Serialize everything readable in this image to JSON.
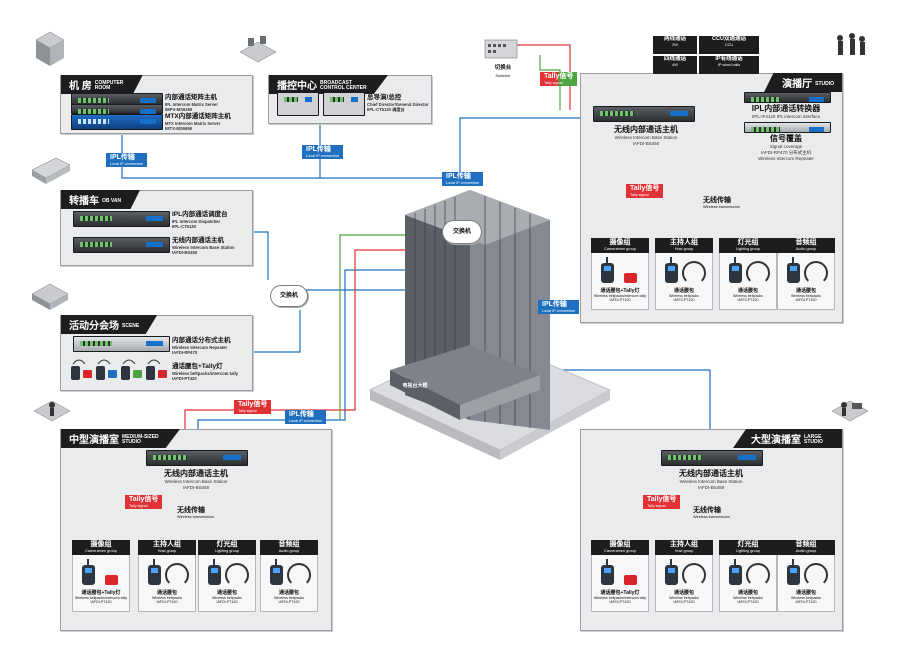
{
  "computer_room": {
    "title": "机 房",
    "sub": "COMPUTER ROOM",
    "devices": [
      {
        "cn": "内部通话矩阵主机",
        "en": "IPL Intercom Matrix Server",
        "model": "IMPX-MS6260"
      },
      {
        "cn": "MTX内部通话矩阵主机",
        "en": "MTX Intercom Matrix Server",
        "model": "IMTX-MS6659"
      }
    ]
  },
  "broadcast_center": {
    "title": "播控中心",
    "sub": "BROADCAST CONTROL CENTER",
    "device": {
      "cn": "总导演/总控",
      "en": "Chief Director/General Director",
      "model": "IIPL-CT6130 调度台"
    }
  },
  "ob_van": {
    "title": "转播车",
    "sub": "OB VAN",
    "devices": [
      {
        "cn": "IPL内部通话调度台",
        "en": "IPL Intercom Dispatcher",
        "model": "IIPL-CT6130"
      },
      {
        "cn": "无线内部通话主机",
        "en": "Wireless Intercom Base Station",
        "model": "IAFDI-BS450"
      }
    ]
  },
  "venue": {
    "title": "活动分会场",
    "sub": "SCENE",
    "devices": [
      {
        "cn": "内部通话分布式主机",
        "en": "Wireless Intercom Repeater",
        "model": "IAFDI-RP470"
      },
      {
        "cn": "通话腰包+Tally灯",
        "en": "Wireless beltpacks/intercom tally",
        "model": "IAFDI-PT420"
      }
    ]
  },
  "studio": {
    "title": "演播厅",
    "sub": "STUDIO",
    "switcher": {
      "cn": "切换台",
      "en": "Switcher"
    },
    "tally": {
      "cn": "Tally信号",
      "en": "Tally signal"
    },
    "table": [
      {
        "cn": "两线通话",
        "en": "2W"
      },
      {
        "cn": "CCU双通通话",
        "en": "CCU"
      },
      {
        "cn": "四线通话",
        "en": "4W"
      },
      {
        "cn": "IP有线通话",
        "en": "IP wired calls"
      }
    ],
    "interface": {
      "cn": "IPL内部通话转换器",
      "en": "IIPL-IF4120 IPL intercom interface"
    },
    "repeater": {
      "cn": "信号覆盖",
      "en": "Signal coverage",
      "model": "IAFDI-RP470 分布式主机",
      "en2": "Wireless Intercom Repeater"
    },
    "base": {
      "cn": "无线内部通话主机",
      "en": "Wireless Intercom Base Station",
      "model": "IAFDI-BS450"
    },
    "tally2": {
      "cn": "Tally信号",
      "en": "Tally signal"
    },
    "wireless": {
      "cn": "无线传输",
      "en": "Wireless transmission"
    }
  },
  "medium_studio": {
    "title": "中型演播室",
    "sub": "MEDIUM-SIZED STUDIO",
    "base": {
      "cn": "无线内部通话主机",
      "en": "Wireless Intercom Base Station",
      "model": "IAFDI-BS450"
    },
    "tally": {
      "cn": "Tally信号",
      "en": "Tally signal"
    },
    "wireless": {
      "cn": "无线传输",
      "en": "Wireless transmission"
    }
  },
  "large_studio": {
    "title": "大型演播室",
    "sub": "LARGE STUDIO",
    "base": {
      "cn": "无线内部通话主机",
      "en": "Wireless Intercom Base Station",
      "model": "IAFDI-BS450"
    },
    "tally": {
      "cn": "Tally信号",
      "en": "Tally signal"
    },
    "wireless": {
      "cn": "无线传输",
      "en": "Wireless transmission"
    }
  },
  "groups": [
    {
      "cn": "摄像组",
      "en": "Cameramen group",
      "item": "通话腰包+Tally灯",
      "item_en": "Wireless beltpacks/intercom tally",
      "model": "IAFDI-PT420"
    },
    {
      "cn": "主持人组",
      "en": "Host group",
      "item": "通话腰包",
      "item_en": "Wireless beltpacks",
      "model": "IAFDI-PT420"
    },
    {
      "cn": "灯光组",
      "en": "Lighting group",
      "item": "通话腰包",
      "item_en": "Wireless beltpacks",
      "model": "IAFDI-PT420"
    },
    {
      "cn": "音频组",
      "en": "Audio group",
      "item": "通话腰包",
      "item_en": "Wireless beltpacks",
      "model": "IAFDI-PT420"
    }
  ],
  "links": {
    "ipl_cn": "IPL传输",
    "ipl_en": "Local IP connection",
    "tally_cn": "Tally信号",
    "tally_en": "Tally signal"
  },
  "building": {
    "cloud": "交换机",
    "sign": "电视台大楼"
  },
  "ob_cloud": "交换机",
  "colors": {
    "ipl": "#1f6fc0",
    "tally": "#e13135",
    "green": "#4ea43f",
    "panel": "#eaebed"
  }
}
